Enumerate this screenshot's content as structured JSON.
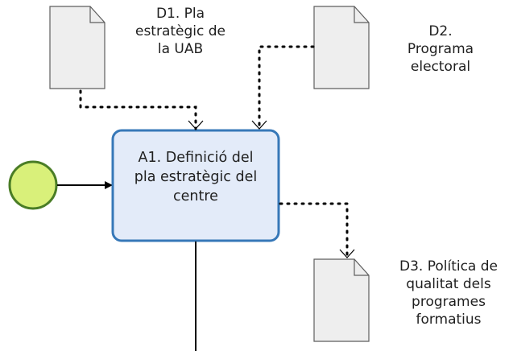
{
  "diagram": {
    "start_event": {
      "color": "#d9f07a",
      "stroke": "#4a7d26"
    },
    "task": {
      "lines": [
        "A1. Definició del",
        "pla estratègic del",
        "centre"
      ],
      "fill": "#e3ebf9",
      "stroke": "#3778b8"
    },
    "documents": [
      {
        "id": "D1",
        "lines": [
          "D1. Pla",
          "estratègic de",
          "la UAB"
        ]
      },
      {
        "id": "D2",
        "lines": [
          "D2.",
          "Programa",
          "electoral"
        ]
      },
      {
        "id": "D3",
        "lines": [
          "D3. Política de",
          "qualitat dels",
          "programes",
          "formatius"
        ]
      }
    ]
  }
}
